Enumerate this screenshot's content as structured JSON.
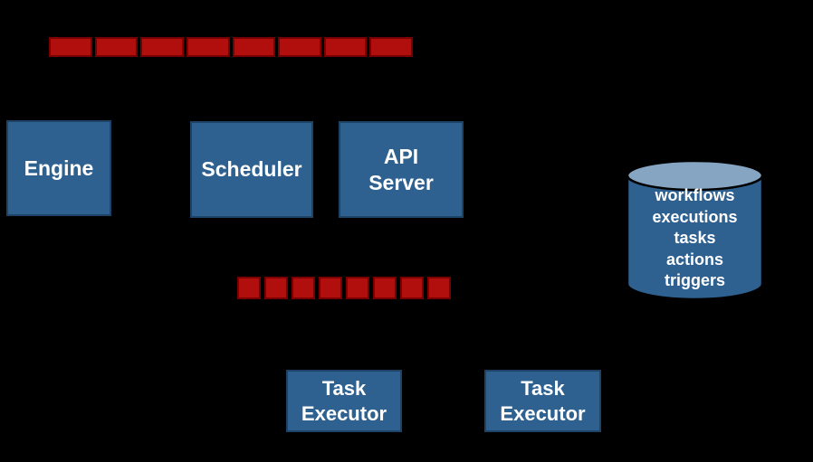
{
  "colors": {
    "background": "#000000",
    "node_fill": "#2E6190",
    "node_border": "#1D4367",
    "queue_fill": "#B10E0E",
    "queue_border": "#7A0000",
    "db_body_fill": "#2E6190",
    "db_top_fill": "#85A5C2",
    "db_outline": "#000000",
    "text": "#FFFFFF"
  },
  "queues": {
    "top": {
      "segments": 8
    },
    "bottom": {
      "segments": 8
    }
  },
  "nodes": {
    "engine": {
      "label": "Engine"
    },
    "scheduler": {
      "label": "Scheduler"
    },
    "api_server": {
      "label": "API\nServer"
    },
    "task_executor_1": {
      "label": "Task\nExecutor"
    },
    "task_executor_2": {
      "label": "Task\nExecutor"
    }
  },
  "database": {
    "items": [
      "workflows",
      "executions",
      "tasks",
      "actions",
      "triggers"
    ]
  }
}
